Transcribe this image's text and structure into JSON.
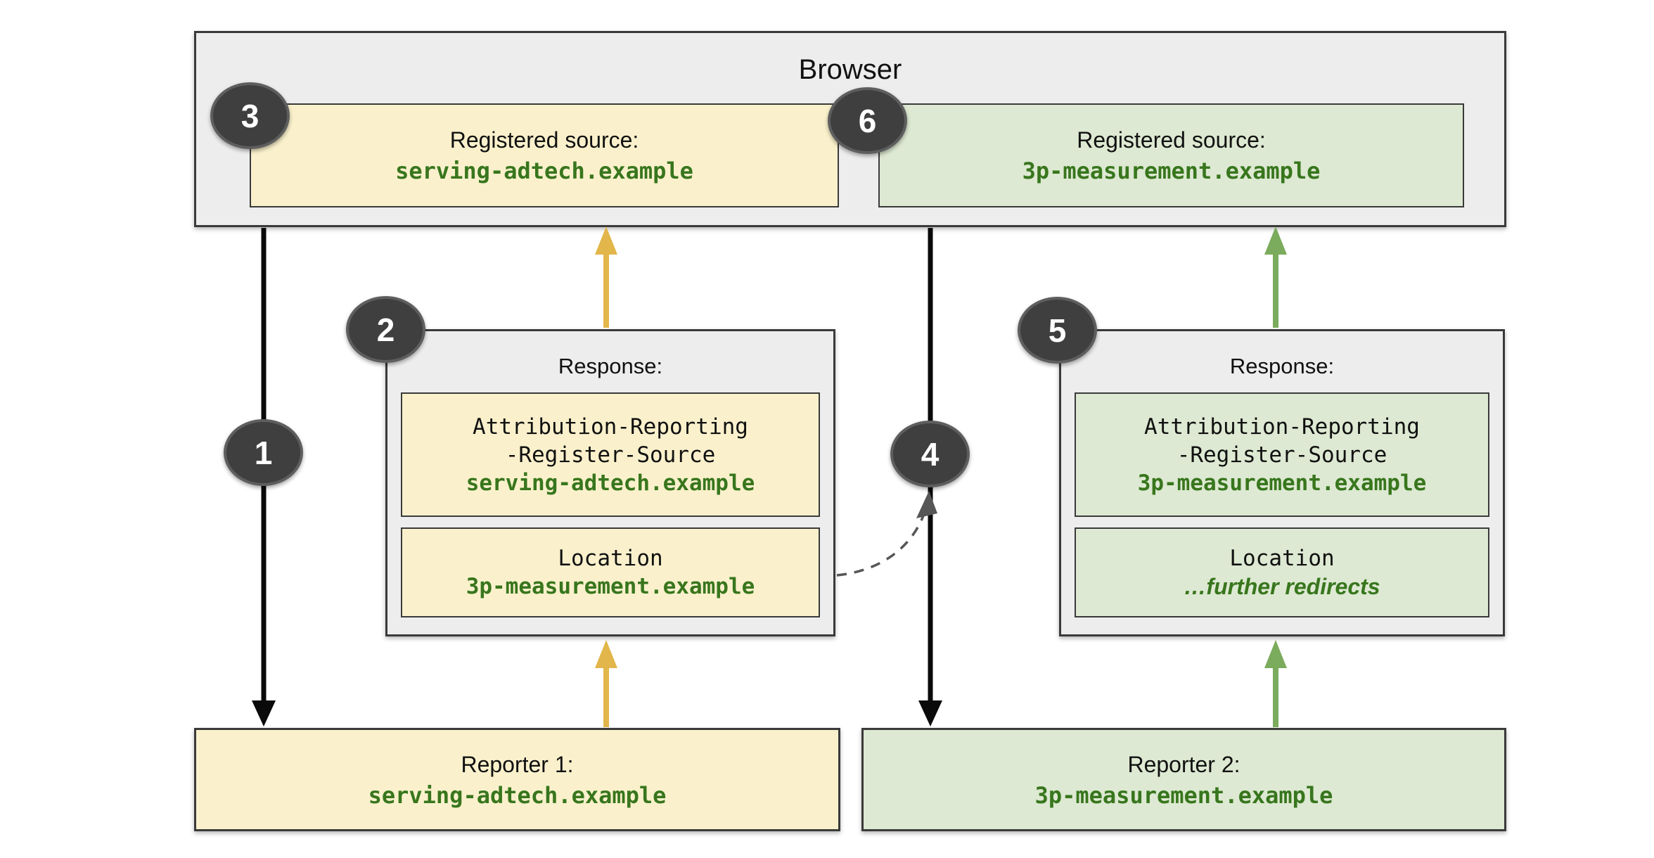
{
  "colors": {
    "yellow_fill": "#FAF1CC",
    "green_fill": "#DDE9D2",
    "gray_fill": "#EDEDED",
    "border_dark": "#3A3A3A",
    "green_text": "#38761D",
    "arrow_yellow": "#E2B64A",
    "arrow_green": "#7BAB5C",
    "arrow_black": "#0A0A0A",
    "badge_fill": "#3F3F3F",
    "badge_border": "#5E5E5E",
    "dashed_gray": "#565656",
    "text_black": "#111111"
  },
  "browser": {
    "title": "Browser"
  },
  "registered_sources": [
    {
      "label": "Registered source:",
      "domain": "serving-adtech.example"
    },
    {
      "label": "Registered source:",
      "domain": "3p-measurement.example"
    }
  ],
  "responses": [
    {
      "title": "Response:",
      "register_source_header": {
        "line1": "Attribution-Reporting",
        "line2": "-Register-Source",
        "value": "serving-adtech.example"
      },
      "location_header": {
        "name": "Location",
        "value": "3p-measurement.example"
      }
    },
    {
      "title": "Response:",
      "register_source_header": {
        "line1": "Attribution-Reporting",
        "line2": "-Register-Source",
        "value": "3p-measurement.example"
      },
      "location_header": {
        "name": "Location",
        "value": "…further redirects"
      }
    }
  ],
  "reporters": [
    {
      "label": "Reporter 1:",
      "domain": "serving-adtech.example"
    },
    {
      "label": "Reporter 2:",
      "domain": "3p-measurement.example"
    }
  ],
  "step_badges": [
    "1",
    "2",
    "3",
    "4",
    "5",
    "6"
  ]
}
